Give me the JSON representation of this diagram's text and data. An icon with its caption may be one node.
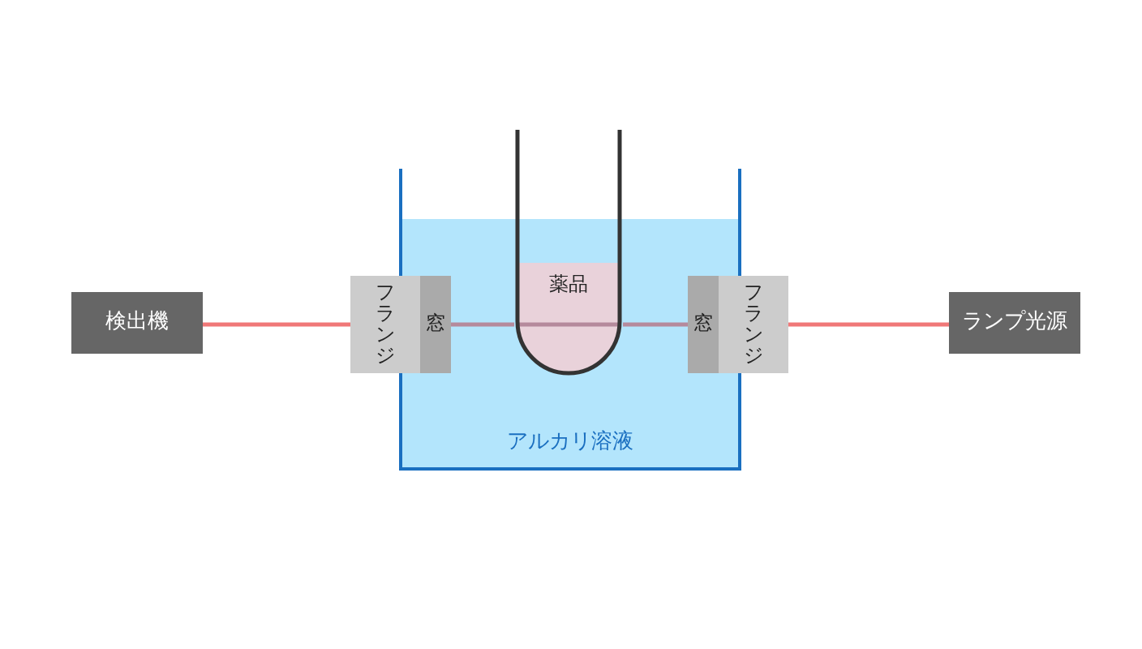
{
  "diagram": {
    "nodes": [
      {
        "text": [
          "検出機"
        ]
      },
      {
        "text": [
          "フランジ"
        ]
      },
      {
        "text": [
          "窓"
        ],
        "in": 3
      },
      {
        "text": [
          "アルカリ溶液"
        ]
      },
      {
        "text": [
          "薬品"
        ]
      },
      {
        "text": [
          "窓"
        ],
        "in": 3
      },
      {
        "text": [
          "フランジ"
        ]
      },
      {
        "text": [
          "ランプ光源"
        ]
      }
    ],
    "edges": [
      {
        "from": 7,
        "to": 6,
        "arrow": "none"
      },
      {
        "from": 5,
        "to": 4,
        "arrow": "none",
        "color": "#b58a9c"
      },
      {
        "from": 4,
        "to": 2,
        "arrow": "none",
        "color": "#b58a9c"
      },
      {
        "from": 1,
        "to": 0,
        "arrow": "none"
      }
    ]
  }
}
